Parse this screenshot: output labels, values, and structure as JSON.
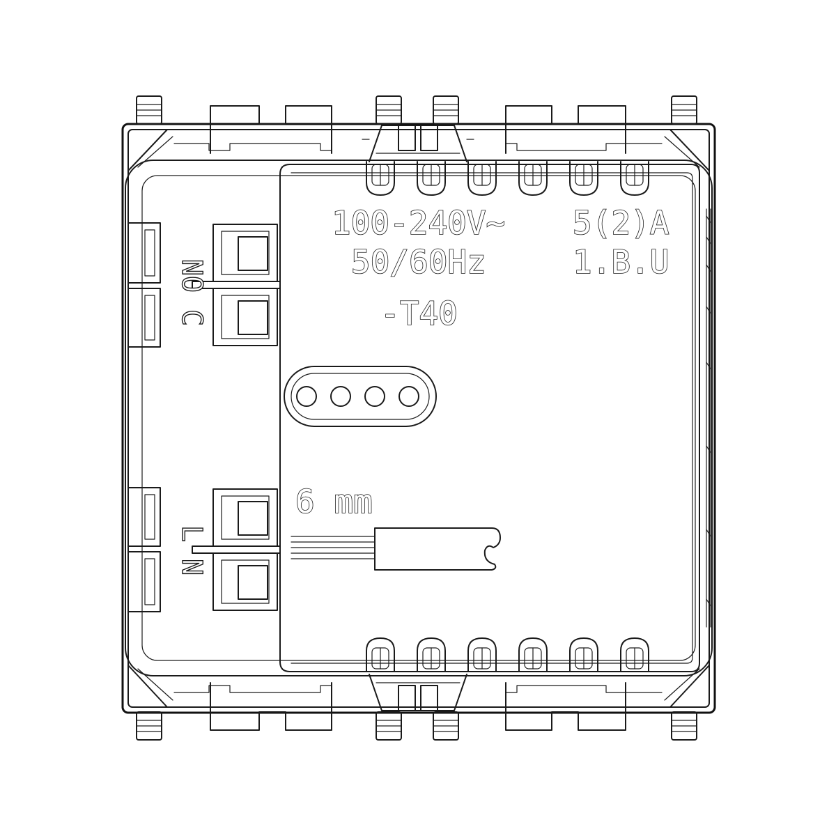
{
  "rating": {
    "voltage": "100-240V~",
    "frequency": "50/60Hz",
    "current": "5(2)A",
    "bus": "1.B.U",
    "temperature": "-T40"
  },
  "strip_length": "6 mm",
  "terminals": {
    "top": "NO C",
    "bottom": "L N"
  },
  "line_color": "#1a1a1a"
}
